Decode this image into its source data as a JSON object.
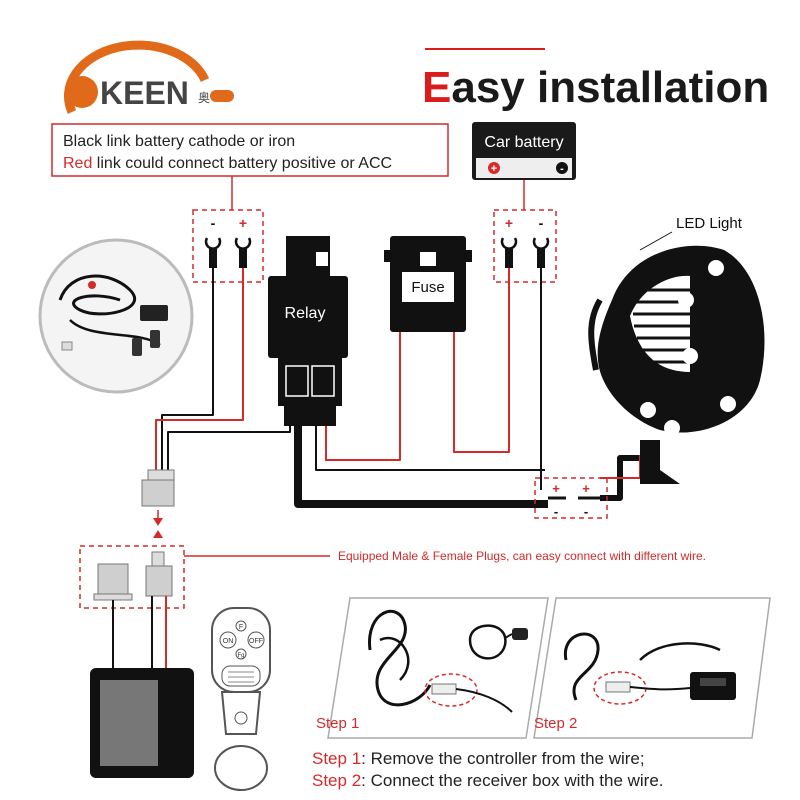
{
  "brand": {
    "logo_text": "KEEN",
    "logo_small_text": "奥",
    "logo_color": "#e06a1a"
  },
  "headline": {
    "accent_letter": "E",
    "rest": "asy installation",
    "accent_color": "#d91d1d",
    "text_color": "#1a1a1a"
  },
  "instruction_box": {
    "line1": "Black link battery cathode or iron",
    "line2_red": "Red",
    "line2_rest": " link could connect battery positive or ACC"
  },
  "battery": {
    "label": "Car battery",
    "plus": "+",
    "minus": "-"
  },
  "terminals": {
    "left_minus": "-",
    "left_plus": "+",
    "right_plus": "+",
    "right_minus": "-",
    "joint_plus_1": "+",
    "joint_plus_2": "+",
    "joint_minus_1": "-",
    "joint_minus_2": "-"
  },
  "relay": {
    "label": "Relay"
  },
  "fuse": {
    "label": "Fuse"
  },
  "led": {
    "label": "LED Light"
  },
  "plugs_note": "Equipped Male & Female Plugs, can easy connect with different wire.",
  "remote": {
    "on": "ON",
    "off": "OFF",
    "f": "F",
    "fg": "Fg"
  },
  "steps": {
    "step1_tag": "Step 1",
    "step2_tag": "Step 2",
    "line1_prefix": "Step 1",
    "line1_text": ": Remove the controller from the wire;",
    "line2_prefix": "Step 2",
    "line2_text": ": Connect the receiver box with the wire."
  },
  "colors": {
    "red_wire": "#d42a2a",
    "black_wire": "#111111",
    "accent": "#d91d1d"
  }
}
